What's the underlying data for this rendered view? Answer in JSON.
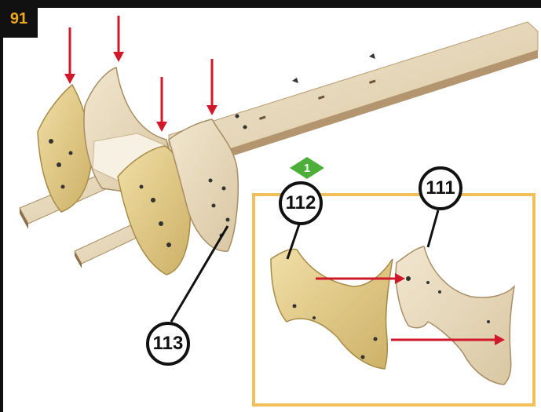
{
  "step": {
    "number": "91"
  },
  "sub_step": {
    "number": "1"
  },
  "callouts": {
    "part_113": "113",
    "part_112": "112",
    "part_111": "111"
  },
  "colors": {
    "accent_orange": "#f0a81c",
    "inset_border": "#f3bf5a",
    "arrow_red": "#d0182a",
    "sub_step_green": "#4caf3a",
    "wood_light": "#e8d8b8",
    "wood_gold": "#dcc07a"
  },
  "icons": {
    "insert_arrows": "arrow-down-icon",
    "attach_arrows": "arrow-right-icon",
    "sub_step_marker": "diamond-icon"
  }
}
